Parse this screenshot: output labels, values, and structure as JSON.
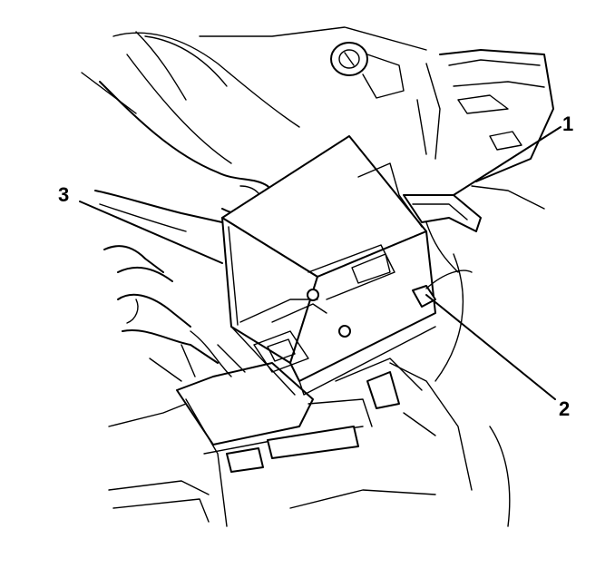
{
  "diagram": {
    "callouts": [
      {
        "id": "1",
        "label": "1"
      },
      {
        "id": "2",
        "label": "2"
      },
      {
        "id": "3",
        "label": "3"
      }
    ]
  },
  "colors": {
    "line": "#000000",
    "background": "#ffffff"
  }
}
